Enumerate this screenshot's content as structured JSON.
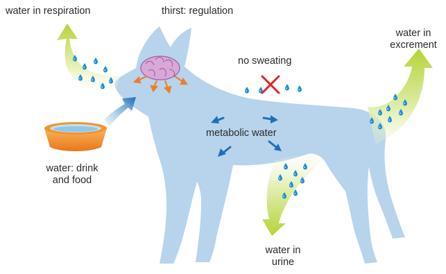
{
  "labels": {
    "water_in_respiration": "water in respiration",
    "thirst_regulation": "thirst: regulation",
    "no_sweating": "no sweating",
    "water_in_excrement": [
      "water in",
      "excrement"
    ],
    "metabolic_water": "metabolic water",
    "water_drink_food": [
      "water: drink",
      "and food"
    ],
    "water_in_urine": [
      "water in",
      "urine"
    ]
  },
  "icons": [
    "dog-silhouette",
    "brain-icon",
    "water-bowl-icon",
    "cross-icon",
    "water-droplet-icon",
    "arrow-icon"
  ],
  "colors": {
    "dog_body": "#b7d4ec",
    "flow_arrow": "#b4d335",
    "intake_arrow": "#1f6fb8",
    "brain": "#d9a8d6",
    "brain_signal": "#ef7d2a",
    "cross": "#e2242b",
    "bowl": "#f59331",
    "droplet": "#1f8fd6"
  }
}
